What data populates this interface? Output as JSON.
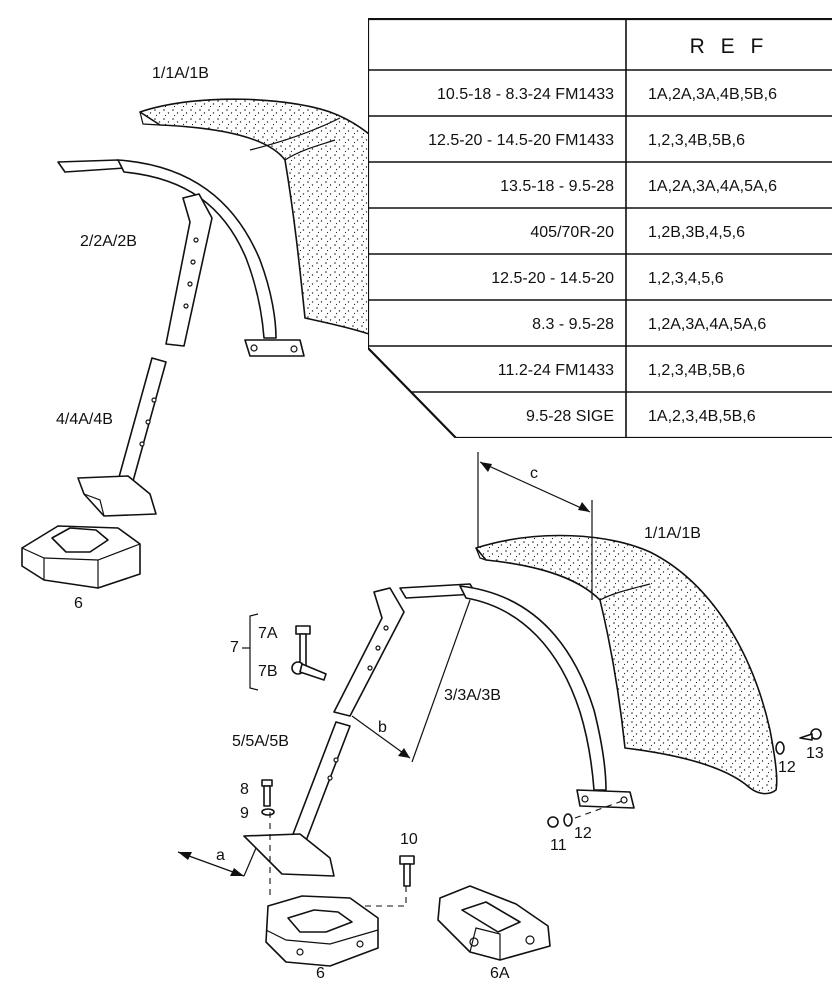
{
  "table": {
    "header_left": "",
    "header_right": "R E F",
    "rows": [
      {
        "tyre": "10.5-18 - 8.3-24 FM1433",
        "ref": "1A,2A,3A,4B,5B,6"
      },
      {
        "tyre": "12.5-20 - 14.5-20 FM1433",
        "ref": "1,2,3,4B,5B,6"
      },
      {
        "tyre": "13.5-18 - 9.5-28",
        "ref": "1A,2A,3A,4A,5A,6"
      },
      {
        "tyre": "405/70R-20",
        "ref": "1,2B,3B,4,5,6"
      },
      {
        "tyre": "12.5-20 - 14.5-20",
        "ref": "1,2,3,4,5,6"
      },
      {
        "tyre": "8.3 - 9.5-28",
        "ref": "1,2A,3A,4A,5A,6"
      },
      {
        "tyre": "11.2-24 FM1433",
        "ref": "1,2,3,4B,5B,6"
      },
      {
        "tyre": "9.5-28 SIGE",
        "ref": "1A,2,3,4B,5B,6"
      }
    ]
  },
  "callouts": {
    "fender_top": "1/1A/1B",
    "bracket_top": "2/2A/2B",
    "support_top": "4/4A/4B",
    "base_top": "6",
    "fender_bottom": "1/1A/1B",
    "bracket_bottom": "3/3A/3B",
    "support_bottom": "5/5A/5B",
    "bolt_kit": "7",
    "bolt_7a": "7A",
    "bolt_7b": "7B",
    "bolt_8": "8",
    "washer_9": "9",
    "bolt_10": "10",
    "nut_11": "11",
    "washer_12a": "12",
    "washer_12b": "12",
    "screw_13": "13",
    "base_bottom": "6",
    "base_6a": "6A",
    "dim_a": "a",
    "dim_b": "b",
    "dim_c": "c"
  }
}
